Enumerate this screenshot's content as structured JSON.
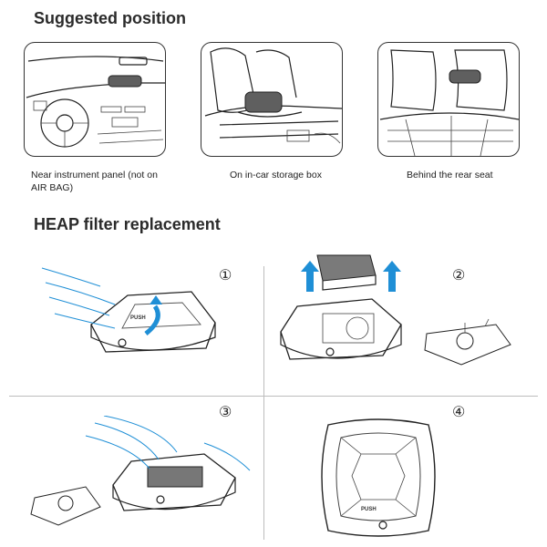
{
  "suggested": {
    "title": "Suggested position",
    "positions": [
      {
        "caption_line1": "Near instrument panel (not on",
        "caption_line2": "AIR BAG)"
      },
      {
        "caption_line1": "On in-car storage box",
        "caption_line2": ""
      },
      {
        "caption_line1": "Behind the rear seat",
        "caption_line2": ""
      }
    ]
  },
  "replacement": {
    "title": "HEAP filter replacement",
    "steps": [
      "①",
      "②",
      "③",
      "④"
    ],
    "device_label": "PUSH"
  },
  "colors": {
    "arrow": "#1f8fd6",
    "device_top": "#6d6d6d"
  }
}
